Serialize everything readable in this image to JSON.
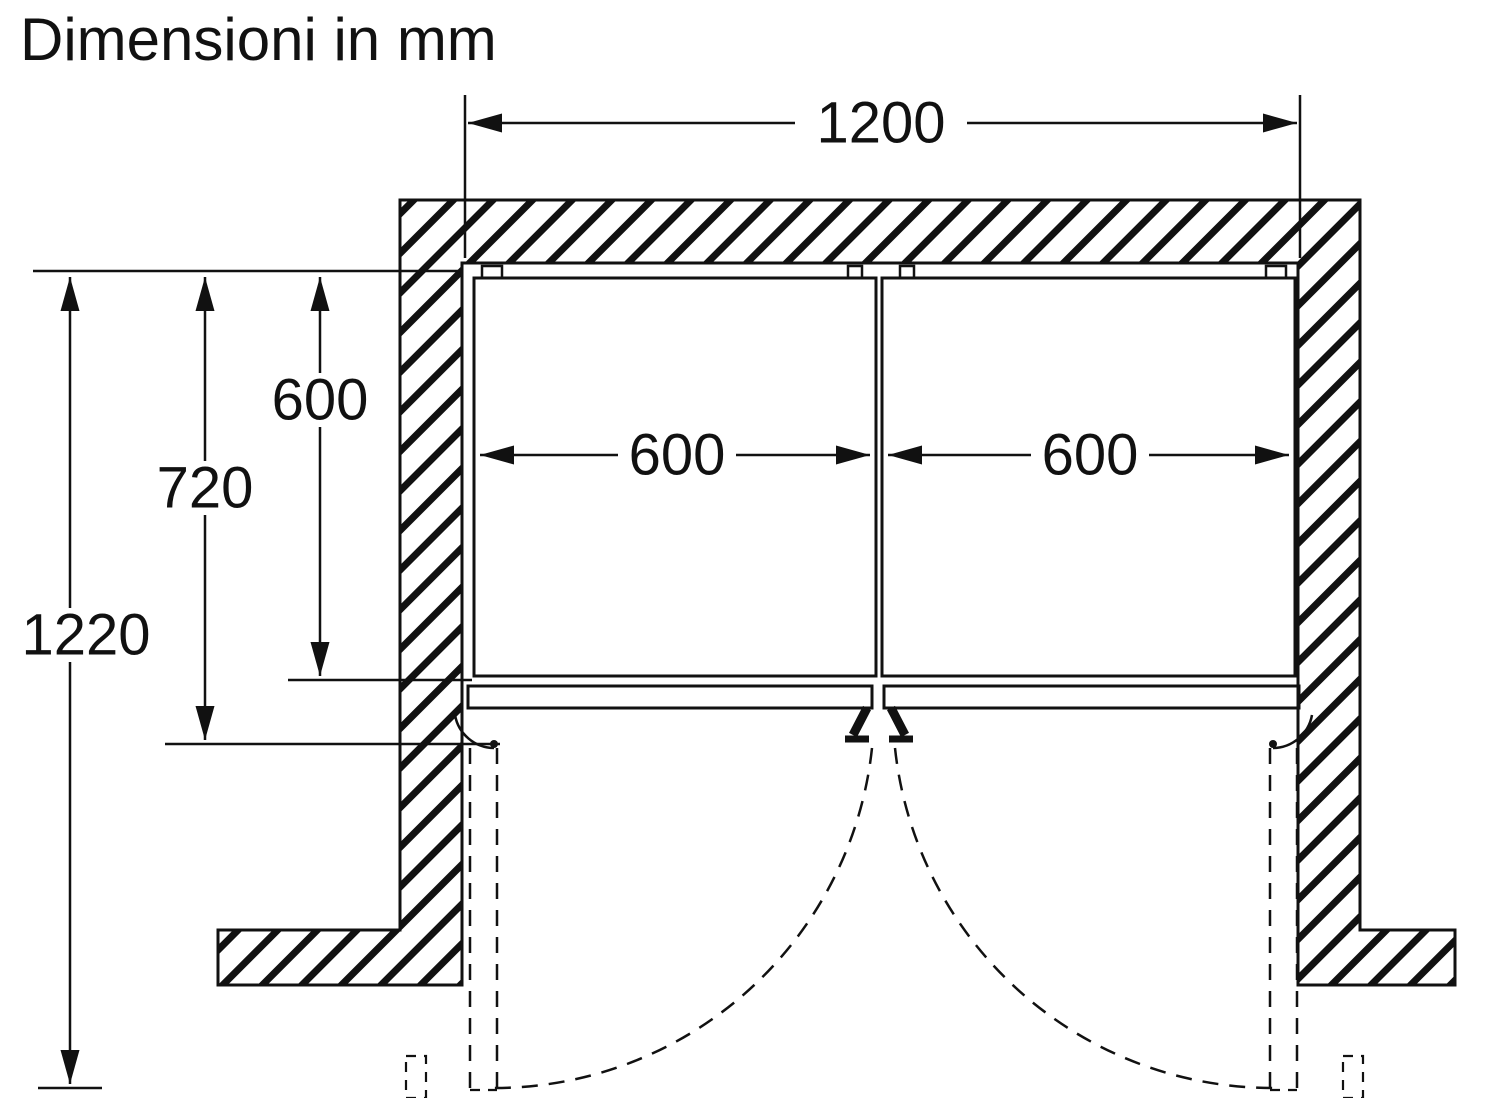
{
  "title": "Dimensioni in mm",
  "labels": {
    "niche_width": "1200",
    "appliance_depth": "600",
    "depth_with_door": "720",
    "depth_door_open": "1220",
    "left_unit_width": "600",
    "right_unit_width": "600"
  },
  "colors": {
    "ink": "#111111",
    "background": "#ffffff"
  }
}
